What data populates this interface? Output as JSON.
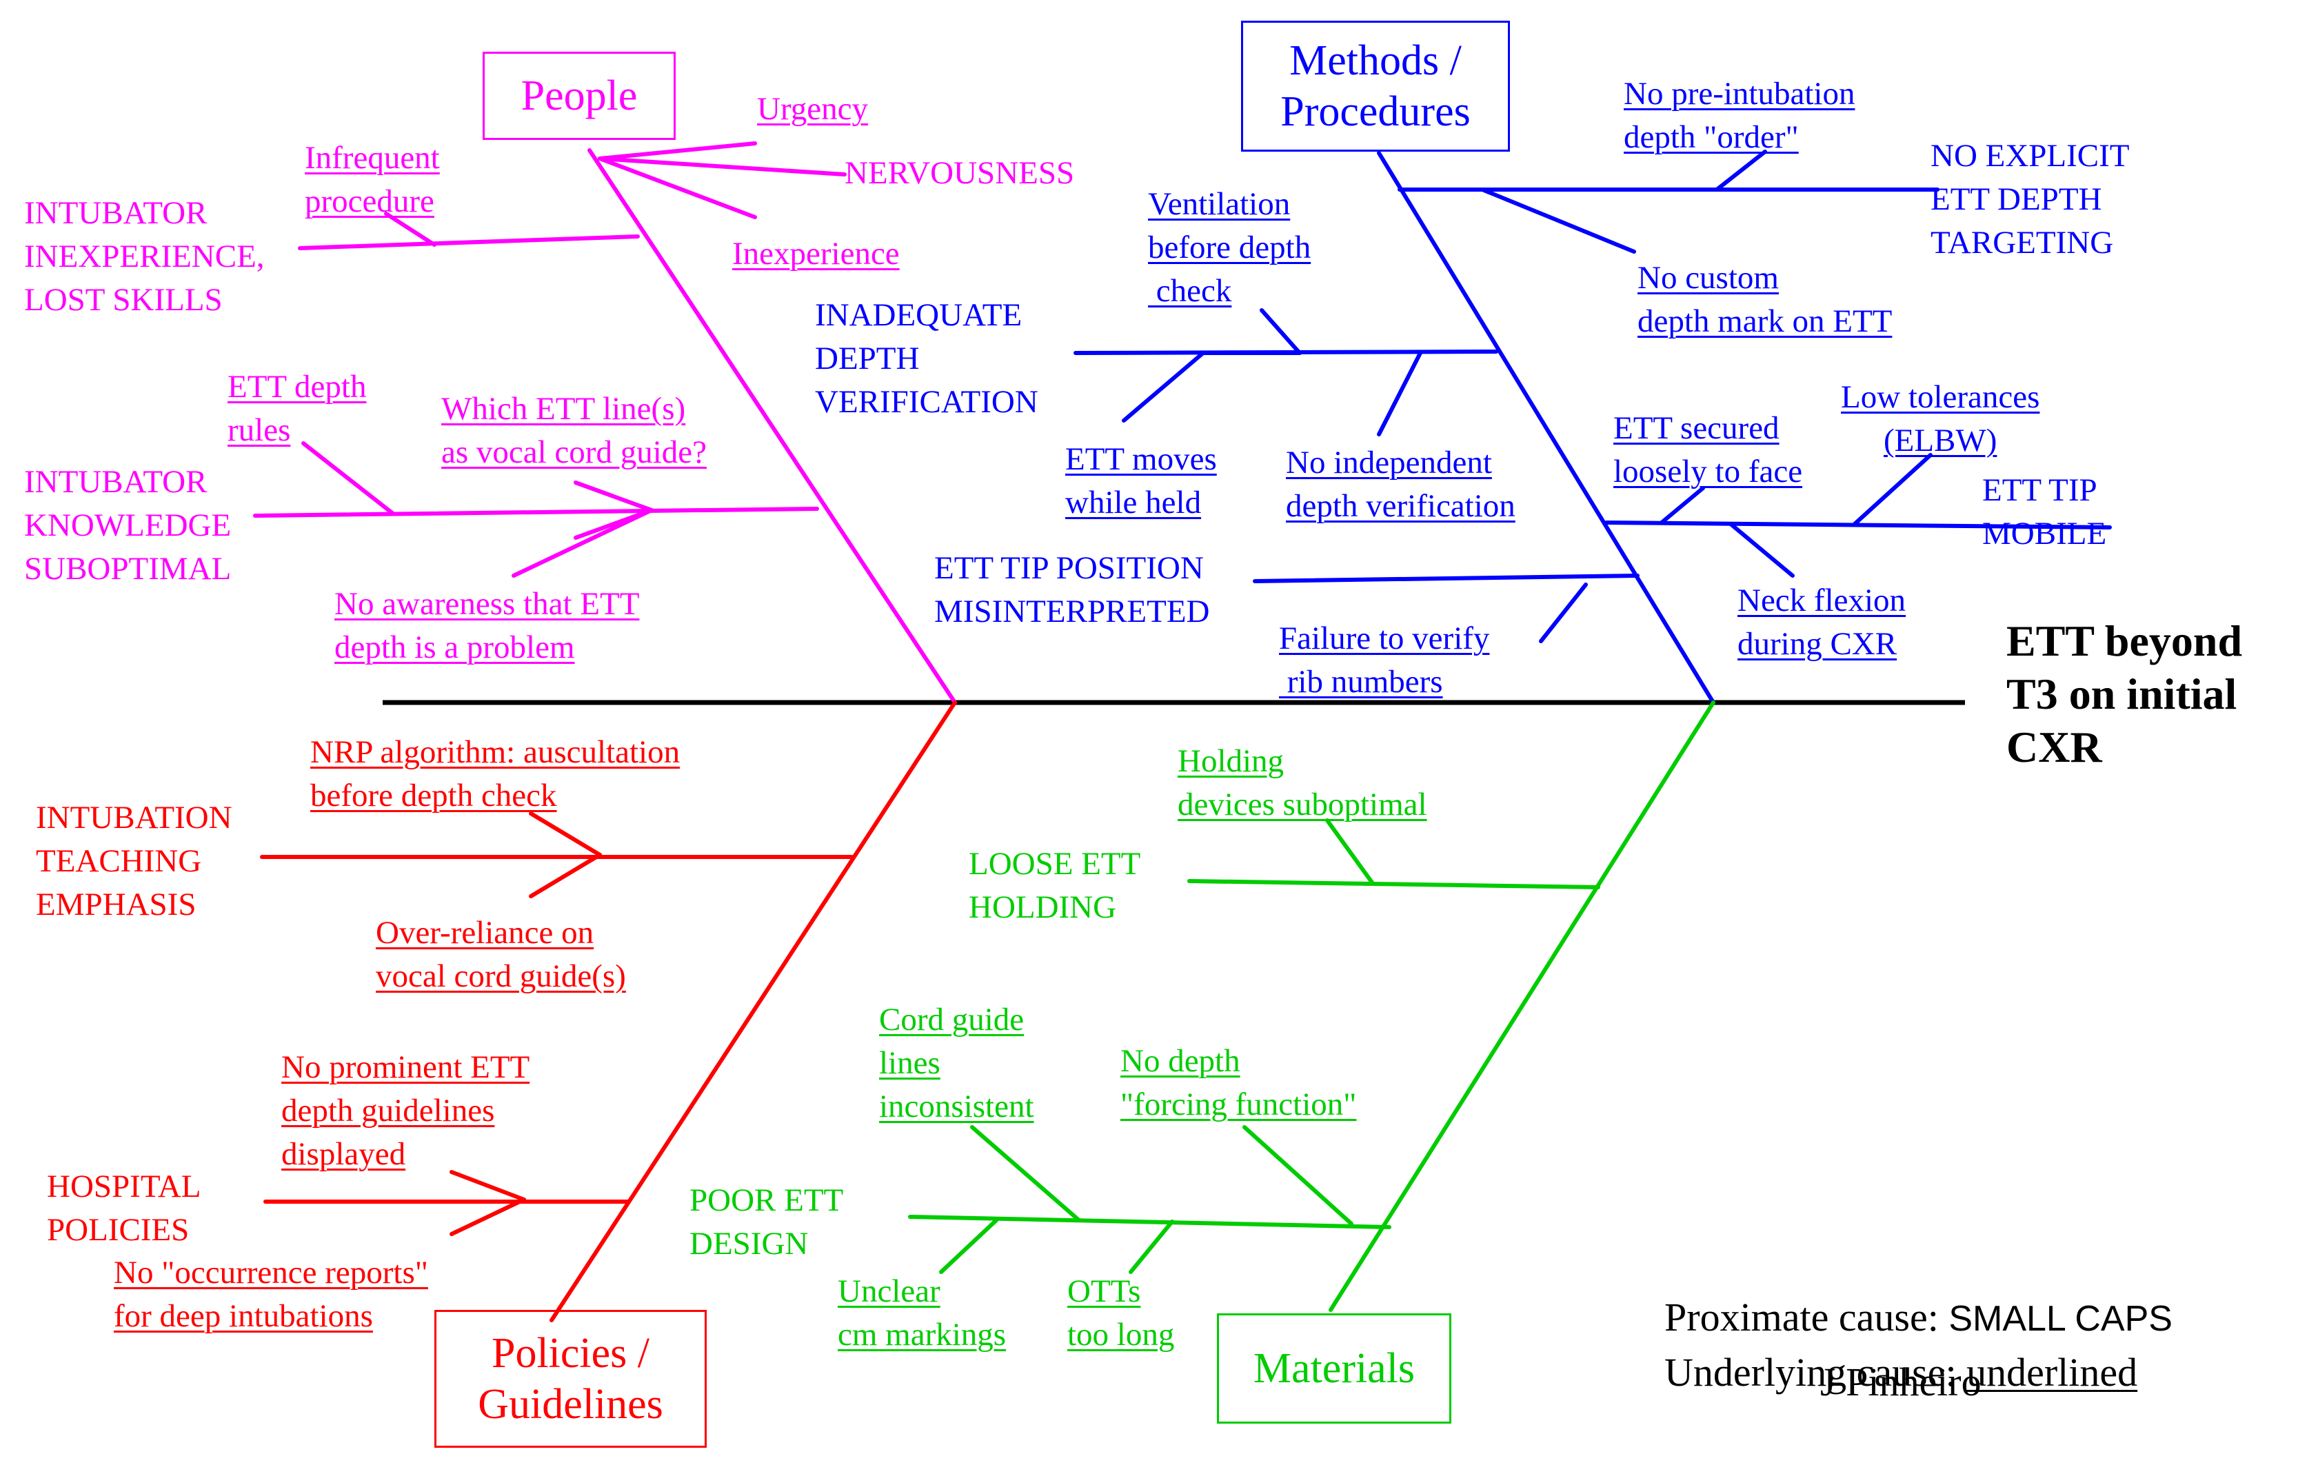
{
  "effect": "ETT beyond\nT3 on initial\nCXR",
  "colors": {
    "people": "#ff00ff",
    "methods": "#0000ff",
    "policies": "#ff0000",
    "materials": "#00cc00",
    "spine": "#000000"
  },
  "categories": {
    "people": "People",
    "methods": "Methods /\nProcedures",
    "policies": "Policies /\nGuidelines",
    "materials": "Materials"
  },
  "people": {
    "inexperience": {
      "cause": "INTUBATOR\nINEXPERIENCE,\nLOST SKILLS",
      "sub": [
        "Infrequent\nprocedure",
        "Urgency",
        "NERVOUSNESS",
        "Inexperience"
      ]
    },
    "knowledge": {
      "cause": "INTUBATOR\nKNOWLEDGE\nSUBOPTIMAL",
      "sub": [
        "ETT depth\nrules",
        "Which ETT line(s)\nas vocal cord guide?",
        "No awareness that ETT\ndepth is a problem"
      ]
    }
  },
  "methods": {
    "targeting": {
      "cause": "NO EXPLICIT\nETT DEPTH\nTARGETING",
      "sub": [
        "No pre-intubation\ndepth \"order\"",
        "No custom\ndepth mark on ETT"
      ]
    },
    "verification": {
      "cause": "INADEQUATE\nDEPTH\nVERIFICATION",
      "sub": [
        "Ventilation\nbefore depth\n check",
        "ETT moves\nwhile held",
        "No independent\ndepth verification"
      ]
    },
    "mobile": {
      "cause": "ETT TIP\nMOBILE",
      "sub": [
        "ETT secured\nloosely to face",
        "Low tolerances\n(ELBW)",
        "Neck flexion\nduring CXR"
      ]
    },
    "misinterpreted": {
      "cause": "ETT TIP POSITION\nMISINTERPRETED",
      "sub": [
        "Failure to verify\n rib numbers"
      ]
    }
  },
  "policies": {
    "teaching": {
      "cause": "INTUBATION\nTEACHING\nEMPHASIS",
      "sub": [
        "NRP algorithm: auscultation\nbefore depth check",
        "Over-reliance on\nvocal cord guide(s)"
      ]
    },
    "hospital": {
      "cause": "HOSPITAL\nPOLICIES",
      "sub": [
        "No prominent ETT\ndepth guidelines\ndisplayed",
        "No \"occurrence reports\"\nfor deep intubations"
      ]
    }
  },
  "materials": {
    "holding": {
      "cause": "LOOSE ETT\nHOLDING",
      "sub": [
        "Holding\ndevices suboptimal"
      ]
    },
    "design": {
      "cause": "POOR ETT\nDESIGN",
      "sub": [
        "Cord guide\nlines\ninconsistent",
        "No depth\n\"forcing function\"",
        "Unclear\ncm markings",
        "OTTs\ntoo long"
      ]
    }
  },
  "legend": {
    "proximate_label": "Proximate cause: ",
    "proximate_value": "SMALL CAPS",
    "underlying_label": "Underlying cause: ",
    "underlying_value": "underlined",
    "author": "J Pinheiro"
  }
}
